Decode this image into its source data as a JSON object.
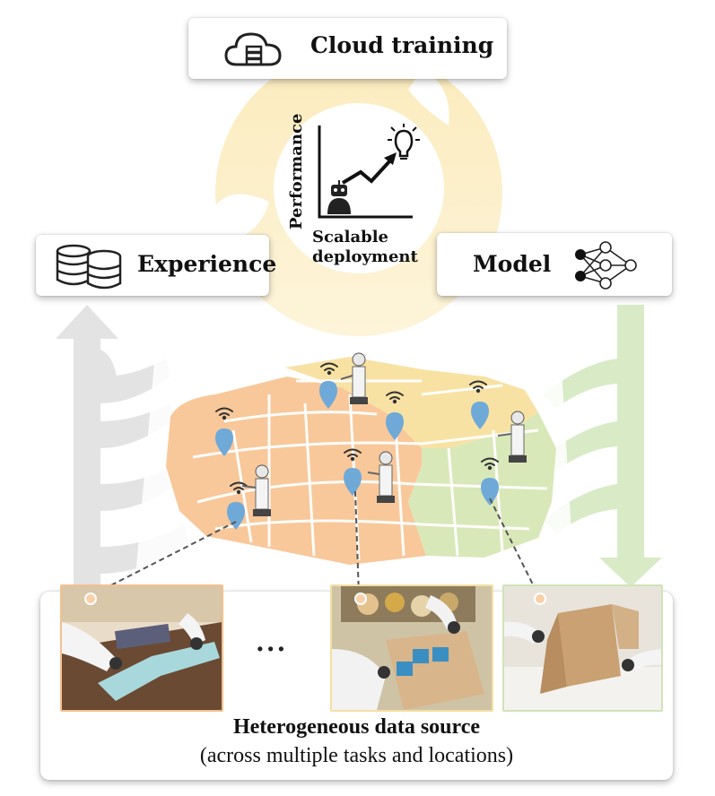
{
  "cloud": {
    "label": "Cloud training",
    "icon": "cloud-server-icon"
  },
  "experience": {
    "label": "Experience",
    "icon": "database-icon"
  },
  "model": {
    "label": "Model",
    "icon": "neural-network-icon"
  },
  "performance": {
    "ylabel": "Performance",
    "xlabel_line1": "Scalable",
    "xlabel_line2": "deployment",
    "icon_robot": "robot-icon",
    "icon_bulb": "lightbulb-icon"
  },
  "samples": {
    "ellipsis": "..."
  },
  "data_source": {
    "title": "Heterogeneous data source",
    "subtitle": "(across multiple tasks and locations)"
  },
  "colors": {
    "ring": "#f9e3a6",
    "ring_inner": "#fdf1cc",
    "map_orange": "#f8c89a",
    "map_yellow": "#f8e2a3",
    "map_green": "#d9e8b8",
    "gray_arrow": "#e3e3e3",
    "green_arrow": "#d8ebc6",
    "pin": "#6fa9d8"
  }
}
